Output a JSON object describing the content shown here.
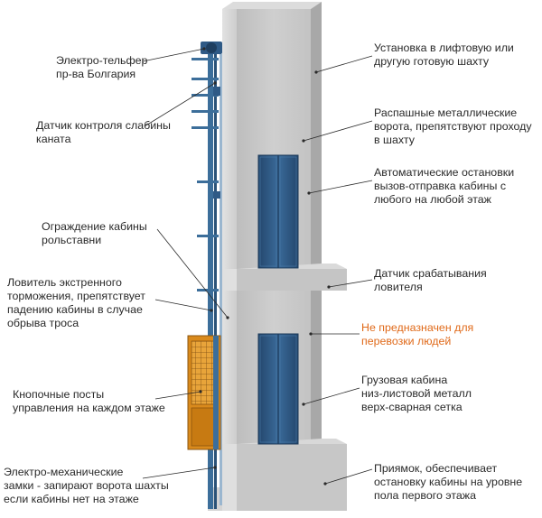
{
  "labels": [
    {
      "id": "hoist",
      "text": "Электро-тельфер\nпр-ва Болгария"
    },
    {
      "id": "slack-sensor",
      "text": "Датчик контроля слабины\nканата"
    },
    {
      "id": "cabin-guard",
      "text": "Ограждение кабины\nрольставни"
    },
    {
      "id": "safety-catch",
      "text": "Ловитель экстренного\nторможения, препятствует\nпадению кабины в случае\nобрыва троса"
    },
    {
      "id": "button-posts",
      "text": "Кнопочные посты\nуправления на каждом этаже"
    },
    {
      "id": "locks",
      "text": "Электро-механические\nзамки - запирают ворота шахты\nесли кабины нет на этаже"
    },
    {
      "id": "install",
      "text": "Установка в лифтовую или\nдругую готовую шахту"
    },
    {
      "id": "swing-gates",
      "text": "Распашные металлические\nворота, препятствуют проходу\nв шахту"
    },
    {
      "id": "auto-stops",
      "text": "Автоматические остановки\nвызов-отправка кабины с\nлюбого на любой этаж"
    },
    {
      "id": "catch-sensor",
      "text": "Датчик срабатывания\nловителя"
    },
    {
      "id": "not-people",
      "text": "Не предназначен для\nперевозки людей"
    },
    {
      "id": "cargo-cabin",
      "text": "Грузовая кабина\nниз-листовой металл\nверх-сварная сетка"
    },
    {
      "id": "pit",
      "text": "Приямок, обеспечивает\nостановку кабины на уровне\nпола первого этажа"
    }
  ],
  "colors": {
    "concrete": "#c9c9c9",
    "concrete_dark": "#a9a9a9",
    "door": "#2f5a86",
    "rail": "#3c6e9a",
    "cabin": "#d98a1c",
    "warning_text": "#e06a1a"
  }
}
